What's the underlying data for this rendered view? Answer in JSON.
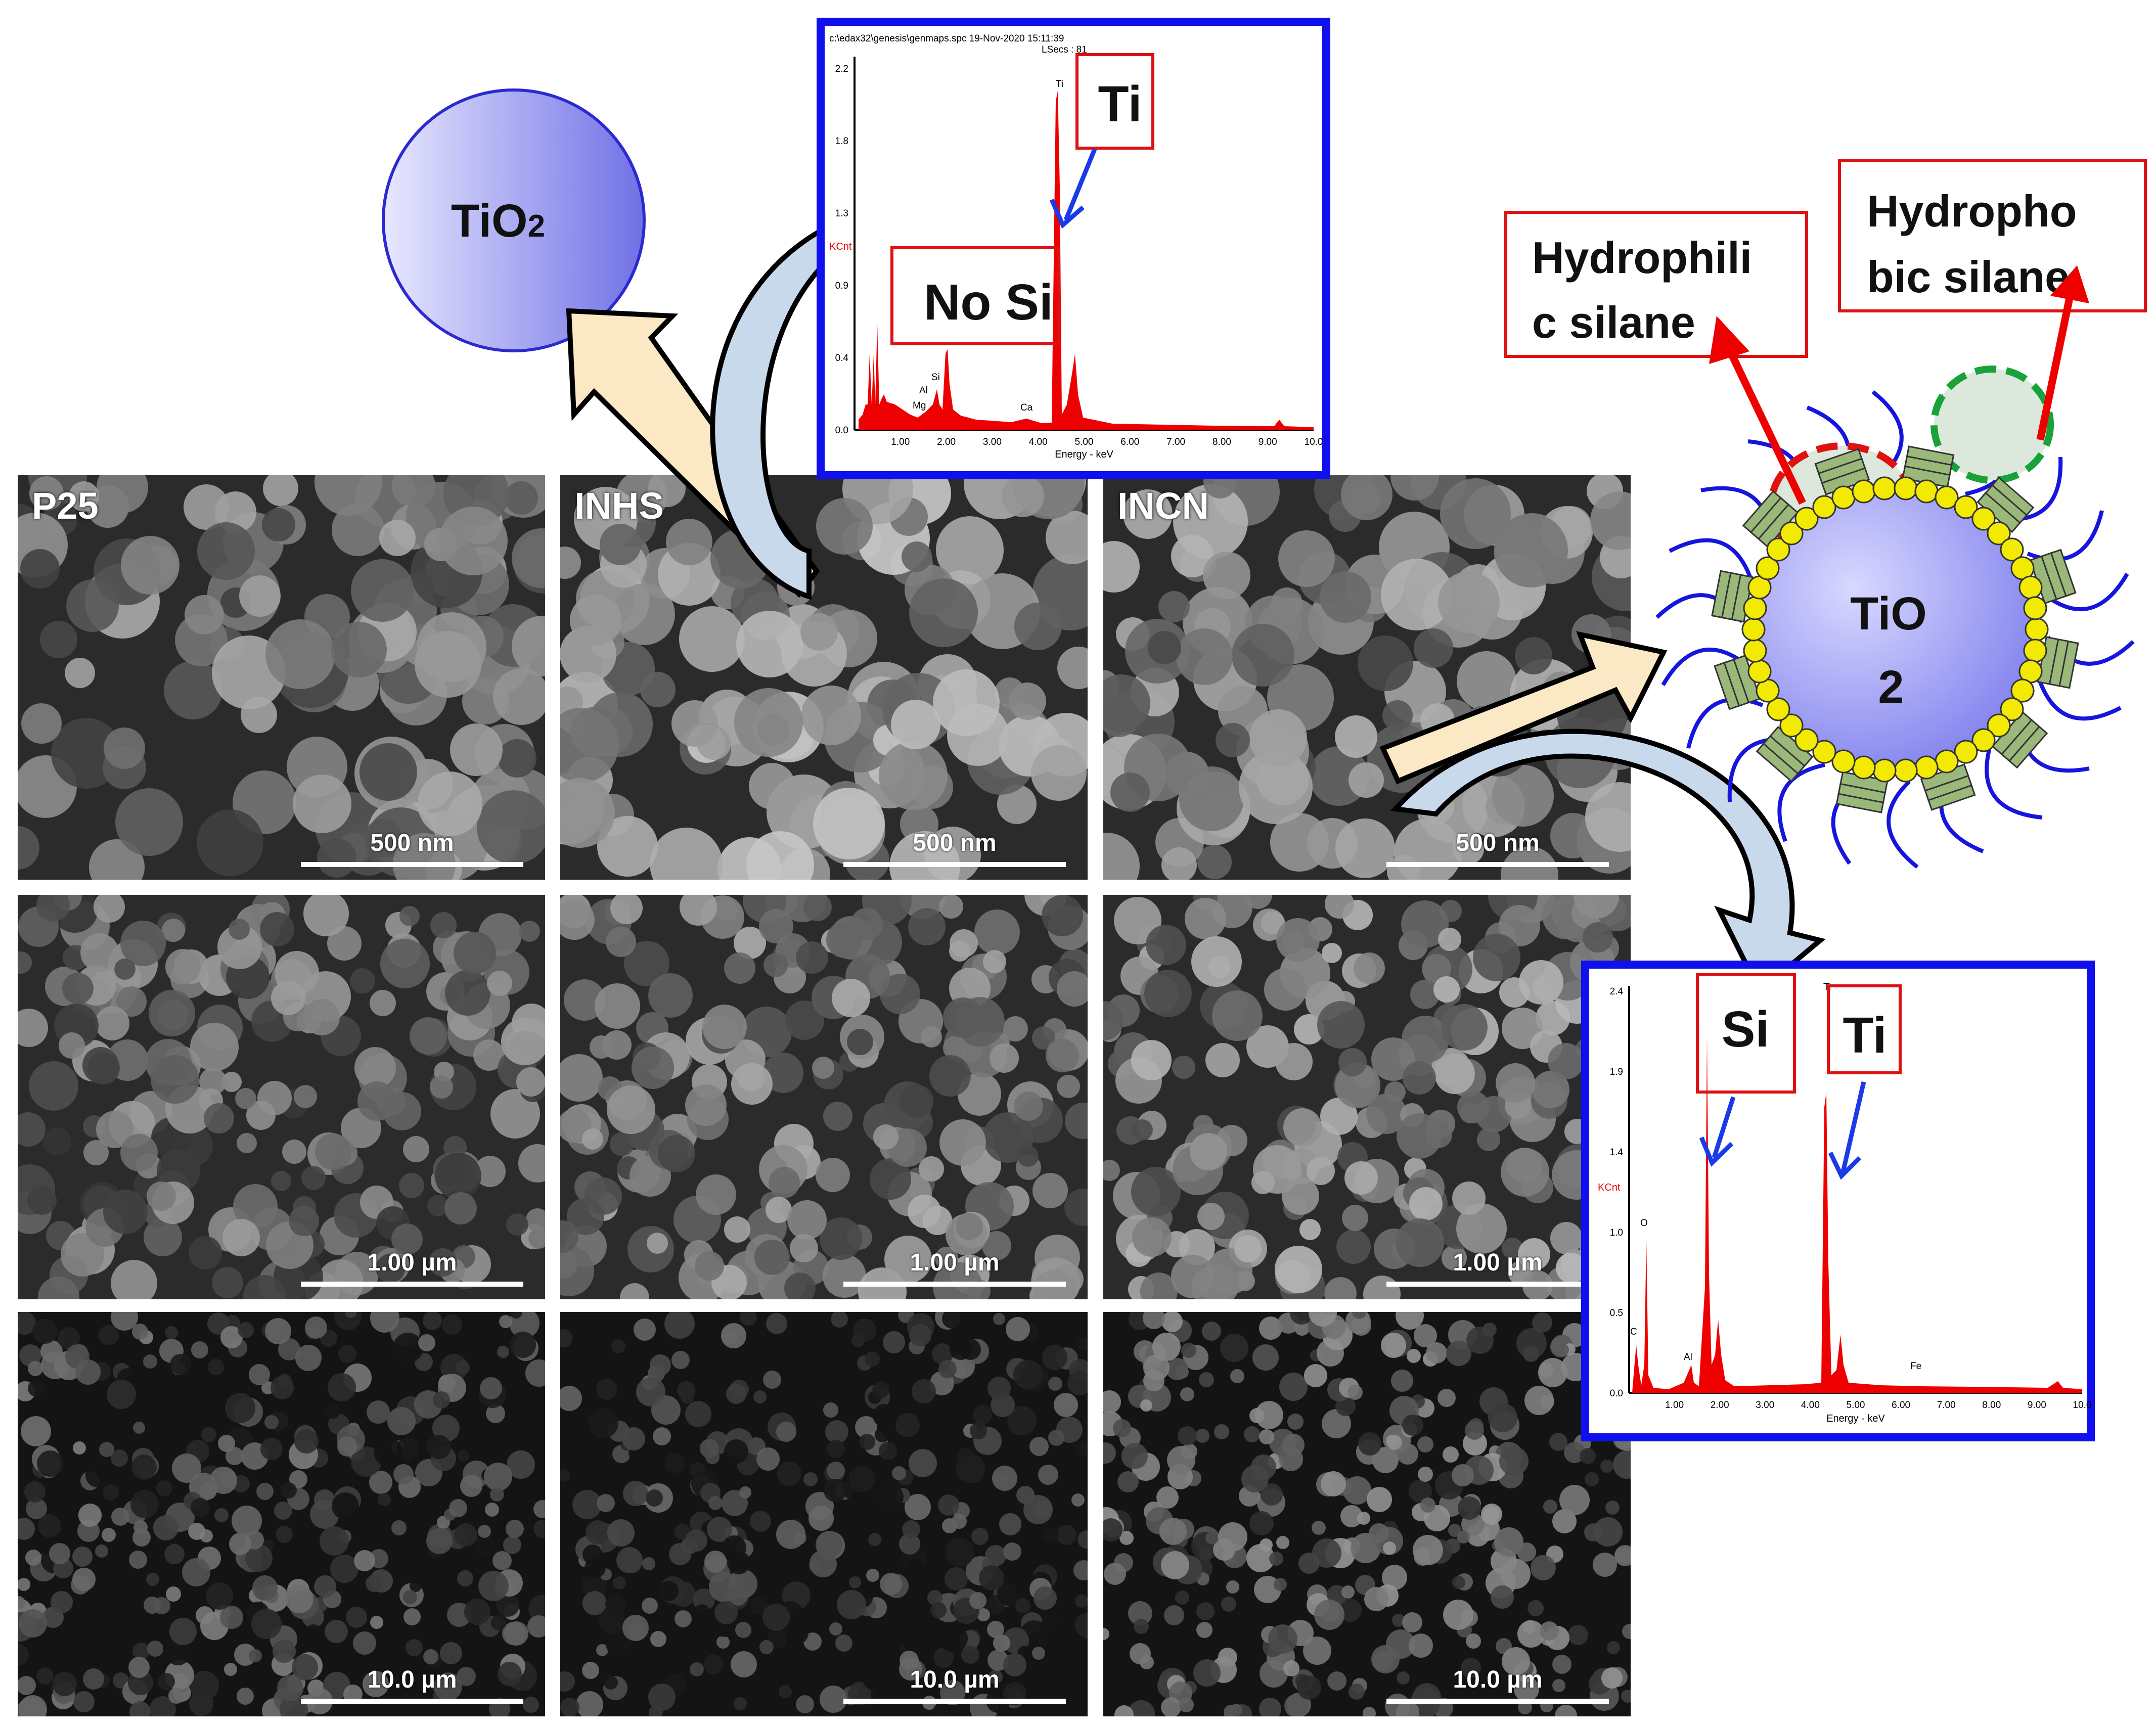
{
  "sem_panels": [
    {
      "label": "P25",
      "scale": "500 nm",
      "tone": "#6a6a6a"
    },
    {
      "label": "INHS",
      "scale": "500 nm",
      "tone": "#8a8a8a"
    },
    {
      "label": "INCN",
      "scale": "500 nm",
      "tone": "#747474"
    },
    {
      "label": "",
      "scale": "1.00 µm",
      "tone": "#5f5f5f"
    },
    {
      "label": "",
      "scale": "1.00 µm",
      "tone": "#6d6d6d"
    },
    {
      "label": "",
      "scale": "1.00 µm",
      "tone": "#777777"
    },
    {
      "label": "",
      "scale": "10.0 µm",
      "tone": "#3c3c3c"
    },
    {
      "label": "",
      "scale": "10.0 µm",
      "tone": "#2c2c2c"
    },
    {
      "label": "",
      "scale": "10.0 µm",
      "tone": "#555555"
    }
  ],
  "tio2_sphere": {
    "label_main": "TiO",
    "label_sub": "2"
  },
  "edx_top": {
    "header_line1": "c:\\edax32\\genesis\\genmaps.spc  19-Nov-2020 15:11:39",
    "header_line2": "LSecs :  81",
    "y_unit": "KCnt",
    "x_label": "Energy - keV",
    "y_ticks": [
      "2.2",
      "1.8",
      "1.3",
      "0.9",
      "0.4",
      "0.0"
    ],
    "x_ticks": [
      "1.00",
      "2.00",
      "3.00",
      "4.00",
      "5.00",
      "6.00",
      "7.00",
      "8.00",
      "9.00",
      "10.0"
    ],
    "peak_labels": [
      "Mg",
      "Al",
      "Si",
      "Ca",
      "Ti"
    ],
    "callout_ti": "Ti",
    "callout_nosi": "No Si"
  },
  "edx_bottom": {
    "y_unit": "KCnt",
    "x_label": "Energy - keV",
    "y_ticks": [
      "2.4",
      "1.9",
      "1.4",
      "1.0",
      "0.5",
      "0.0"
    ],
    "x_ticks": [
      "1.00",
      "2.00",
      "3.00",
      "4.00",
      "5.00",
      "6.00",
      "7.00",
      "8.00",
      "9.00",
      "10.0"
    ],
    "peak_labels": [
      "C",
      "O",
      "Al",
      "Ti",
      "Fe"
    ],
    "callout_si": "Si",
    "callout_ti": "Ti"
  },
  "functionalized": {
    "core_label_line1": "TiO",
    "core_label_line2": "2",
    "hydrophilic_line1": "Hydrophili",
    "hydrophilic_line2": "c  silane",
    "hydrophobic_line1": "Hydropho",
    "hydrophobic_line2": "bic silane"
  },
  "colors": {
    "edx_frame": "#1010ee",
    "spectrum": "#ee0000",
    "callout_border": "#dd1111",
    "pointer_blue": "#1a3ae8",
    "sphere_fill": "#8a8aee",
    "arrow_fill": "#fbe8c4",
    "curved_arrow_fill": "#c9d9ec",
    "silane_block": "#9ab87a",
    "linker_bead": "#f2ea00",
    "hydrophobic_tail": "#1515dd",
    "hydrophilic_zone": "#e01111",
    "hydrophobic_zone": "#1aa23a"
  }
}
